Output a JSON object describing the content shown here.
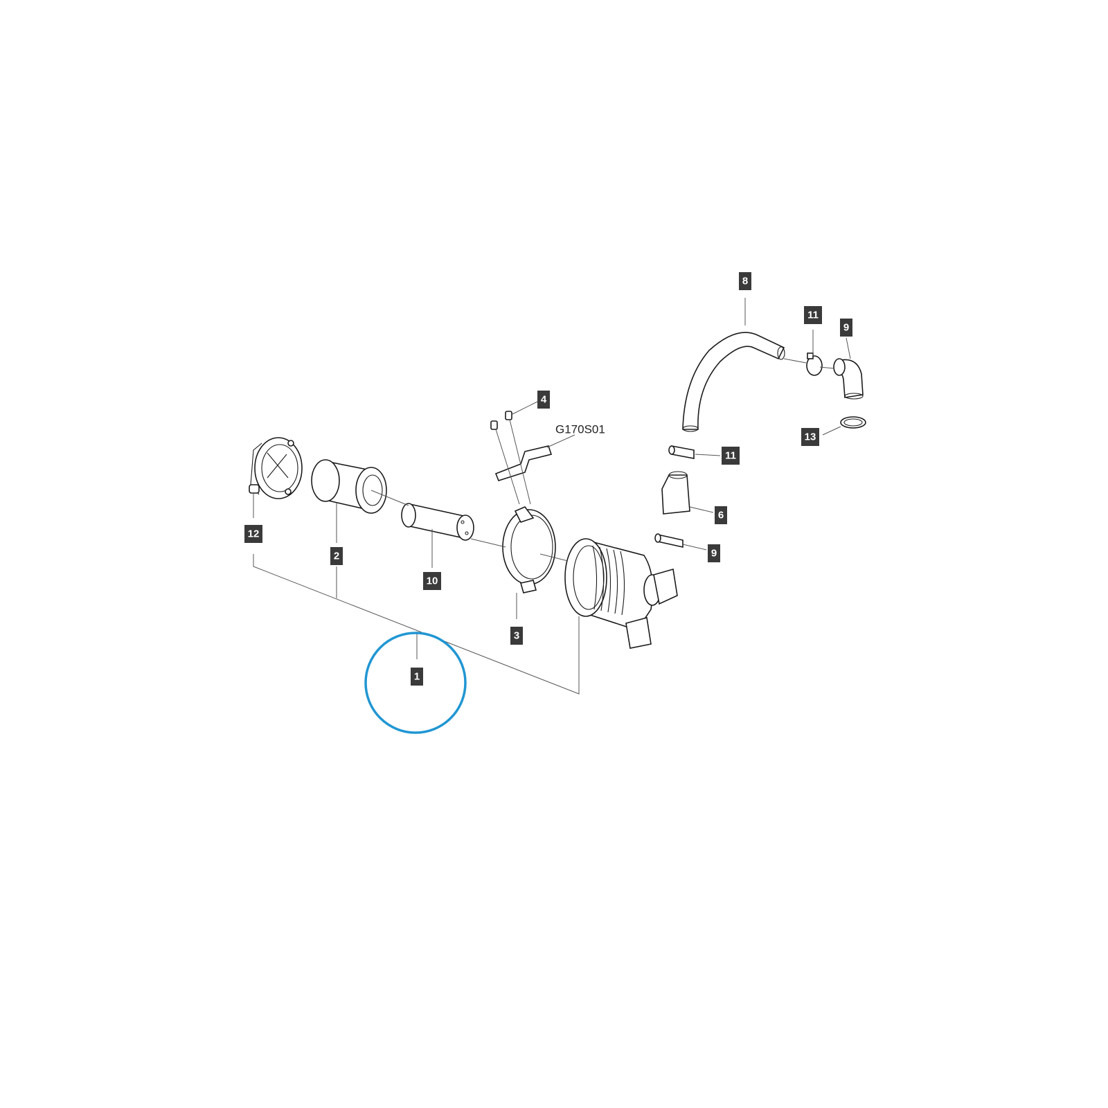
{
  "diagram": {
    "reference_label": "G170S01",
    "highlight_color": "#2196d3",
    "callouts": [
      {
        "id": "c1",
        "label": "1"
      },
      {
        "id": "c2",
        "label": "2"
      },
      {
        "id": "c3",
        "label": "3"
      },
      {
        "id": "c4",
        "label": "4"
      },
      {
        "id": "c6",
        "label": "6"
      },
      {
        "id": "c8",
        "label": "8"
      },
      {
        "id": "c9a",
        "label": "9"
      },
      {
        "id": "c9b",
        "label": "9"
      },
      {
        "id": "c10",
        "label": "10"
      },
      {
        "id": "c11a",
        "label": "11"
      },
      {
        "id": "c11b",
        "label": "11"
      },
      {
        "id": "c12",
        "label": "12"
      },
      {
        "id": "c13",
        "label": "13"
      }
    ]
  }
}
